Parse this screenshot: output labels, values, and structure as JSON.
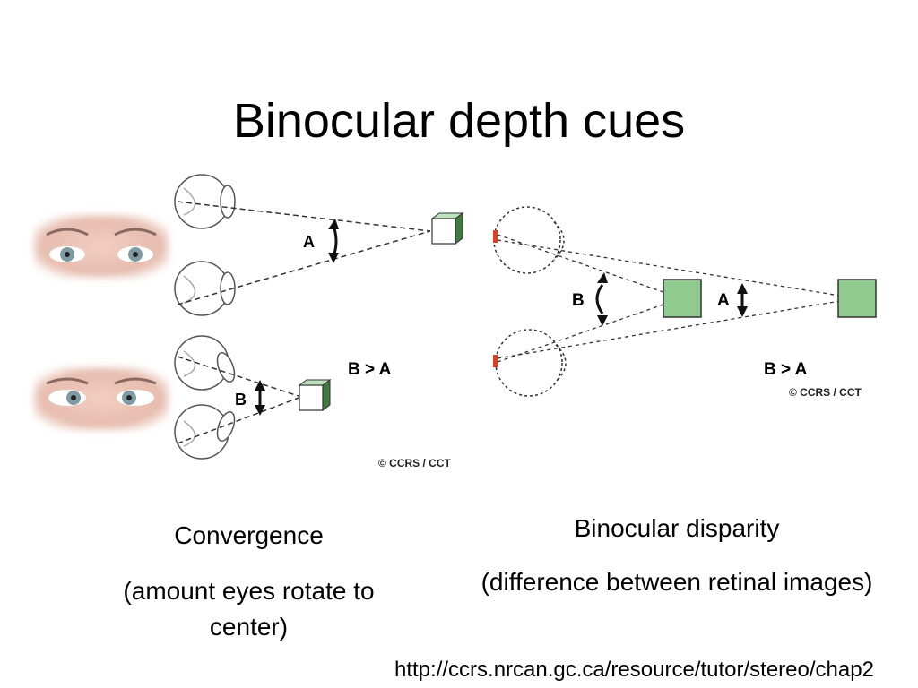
{
  "slide": {
    "title": "Binocular depth cues",
    "url": "http://ccrs.nrcan.gc.ca/resource/tutor/stereo/chap2"
  },
  "left_figure": {
    "label_a": "A",
    "label_b": "B",
    "comparison": "B > A",
    "copyright": "© CCRS / CCT",
    "caption_title": "Convergence",
    "caption_sub": "(amount eyes rotate to center)"
  },
  "right_figure": {
    "label_a": "A",
    "label_b": "B",
    "comparison": "B > A",
    "copyright": "© CCRS / CCT",
    "caption_title": "Binocular disparity",
    "caption_sub": "(difference between retinal images)"
  },
  "colors": {
    "cube_front": "#ffffff",
    "cube_side": "#3f7a3f",
    "green_square": "#8fcb8f",
    "retina_mark": "#e04020",
    "skin": "#e9c2b4",
    "iris": "#7f9aa3"
  }
}
